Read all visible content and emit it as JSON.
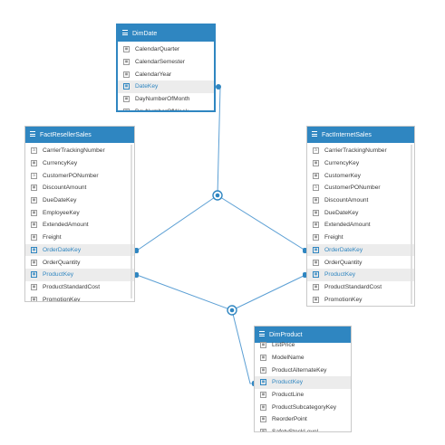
{
  "colors": {
    "accent": "#2f86c1",
    "line": "#5b9fd4",
    "highlight_row": "#ececec"
  },
  "tables": {
    "dimdate": {
      "title": "DimDate",
      "fields": [
        {
          "label": "CalendarQuarter",
          "icon": "calc-icon"
        },
        {
          "label": "CalendarSemester",
          "icon": "calc-icon"
        },
        {
          "label": "CalendarYear",
          "icon": "calc-icon"
        },
        {
          "label": "DateKey",
          "icon": "calc-icon",
          "highlight": true
        },
        {
          "label": "DayNumberOfMonth",
          "icon": "calc-icon"
        },
        {
          "label": "DayNumberOfWeek",
          "icon": "calc-icon"
        }
      ]
    },
    "factreseller": {
      "title": "FactResellerSales",
      "fields": [
        {
          "label": "CarrierTrackingNumber",
          "icon": "text-icon"
        },
        {
          "label": "CurrencyKey",
          "icon": "calc-icon"
        },
        {
          "label": "CustomerPONumber",
          "icon": "text-icon"
        },
        {
          "label": "DiscountAmount",
          "icon": "calc-icon"
        },
        {
          "label": "DueDateKey",
          "icon": "calc-icon"
        },
        {
          "label": "EmployeeKey",
          "icon": "calc-icon"
        },
        {
          "label": "ExtendedAmount",
          "icon": "calc-icon"
        },
        {
          "label": "Freight",
          "icon": "calc-icon"
        },
        {
          "label": "OrderDateKey",
          "icon": "calc-icon",
          "highlight": true
        },
        {
          "label": "OrderQuantity",
          "icon": "calc-icon"
        },
        {
          "label": "ProductKey",
          "icon": "calc-icon",
          "highlight": true
        },
        {
          "label": "ProductStandardCost",
          "icon": "calc-icon"
        },
        {
          "label": "PromotionKey",
          "icon": "calc-icon"
        }
      ]
    },
    "factinternet": {
      "title": "FactInternetSales",
      "fields": [
        {
          "label": "CarrierTrackingNumber",
          "icon": "text-icon"
        },
        {
          "label": "CurrencyKey",
          "icon": "calc-icon"
        },
        {
          "label": "CustomerKey",
          "icon": "calc-icon"
        },
        {
          "label": "CustomerPONumber",
          "icon": "text-icon"
        },
        {
          "label": "DiscountAmount",
          "icon": "calc-icon"
        },
        {
          "label": "DueDateKey",
          "icon": "calc-icon"
        },
        {
          "label": "ExtendedAmount",
          "icon": "calc-icon"
        },
        {
          "label": "Freight",
          "icon": "calc-icon"
        },
        {
          "label": "OrderDateKey",
          "icon": "calc-icon",
          "highlight": true
        },
        {
          "label": "OrderQuantity",
          "icon": "calc-icon"
        },
        {
          "label": "ProductKey",
          "icon": "calc-icon",
          "highlight": true
        },
        {
          "label": "ProductStandardCost",
          "icon": "calc-icon"
        },
        {
          "label": "PromotionKey",
          "icon": "calc-icon"
        }
      ]
    },
    "dimproduct": {
      "title": "DimProduct",
      "fields": [
        {
          "label": "ListPrice",
          "icon": "calc-icon"
        },
        {
          "label": "ModelName",
          "icon": "calc-icon"
        },
        {
          "label": "ProductAlternateKey",
          "icon": "calc-icon"
        },
        {
          "label": "ProductKey",
          "icon": "calc-icon",
          "highlight": true
        },
        {
          "label": "ProductLine",
          "icon": "calc-icon"
        },
        {
          "label": "ProductSubcategoryKey",
          "icon": "calc-icon"
        },
        {
          "label": "ReorderPoint",
          "icon": "calc-icon"
        },
        {
          "label": "SafetyStockLevel",
          "icon": "calc-icon"
        }
      ]
    }
  }
}
